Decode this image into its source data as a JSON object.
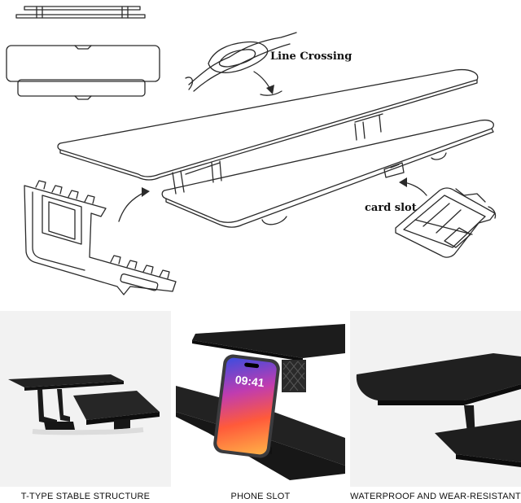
{
  "callouts": {
    "line_crossing": "Line Crossing",
    "card_slot": "card slot"
  },
  "phone_screen_time": "09:41",
  "captions": [
    "T-TYPE STABLE STRUCTURE",
    "PHONE SLOT",
    "WATERPROOF AND WEAR-RESISTANT"
  ],
  "colors": {
    "line_art": "#2a2a2a",
    "photo_background": "#f2f2f2",
    "shelf_black": "#1b1b1b"
  }
}
